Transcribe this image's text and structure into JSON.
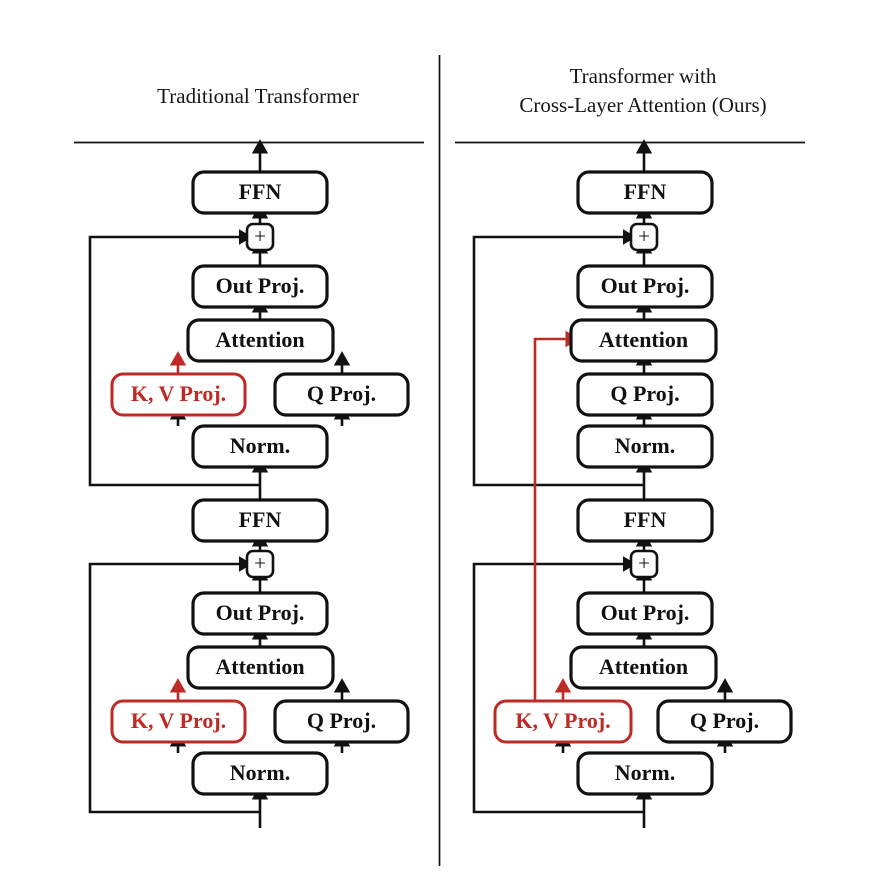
{
  "figure": {
    "type": "architecture-diagram",
    "background": "#ffffff",
    "accent_red": "#BE2B26",
    "ink": "#111111",
    "columns": [
      {
        "id": "left",
        "title_lines": [
          "Traditional Transformer"
        ]
      },
      {
        "id": "right",
        "title_lines": [
          "Transformer with",
          "Cross-Layer Attention (Ours)"
        ]
      }
    ]
  },
  "labels": {
    "ffn": "FFN",
    "out_proj": "Out Proj.",
    "attention": "Attention",
    "kv_proj": "K, V Proj.",
    "q_proj": "Q Proj.",
    "norm": "Norm.",
    "add": "+"
  },
  "left_column": {
    "title": "Traditional Transformer",
    "upper_block": {
      "ffn": "FFN",
      "add": "+",
      "out_proj": "Out Proj.",
      "attention": "Attention",
      "kv_proj": "K, V Proj.",
      "q_proj": "Q Proj.",
      "norm": "Norm."
    },
    "lower_block": {
      "ffn": "FFN",
      "add": "+",
      "out_proj": "Out Proj.",
      "attention": "Attention",
      "kv_proj": "K, V Proj.",
      "q_proj": "Q Proj.",
      "norm": "Norm."
    }
  },
  "right_column": {
    "title_line1": "Transformer with",
    "title_line2": "Cross-Layer Attention (Ours)",
    "upper_block": {
      "ffn": "FFN",
      "add": "+",
      "out_proj": "Out Proj.",
      "attention": "Attention",
      "q_proj": "Q Proj.",
      "norm": "Norm."
    },
    "lower_block": {
      "ffn": "FFN",
      "add": "+",
      "out_proj": "Out Proj.",
      "attention": "Attention",
      "kv_proj": "K, V Proj.",
      "q_proj": "Q Proj.",
      "norm": "Norm."
    }
  }
}
